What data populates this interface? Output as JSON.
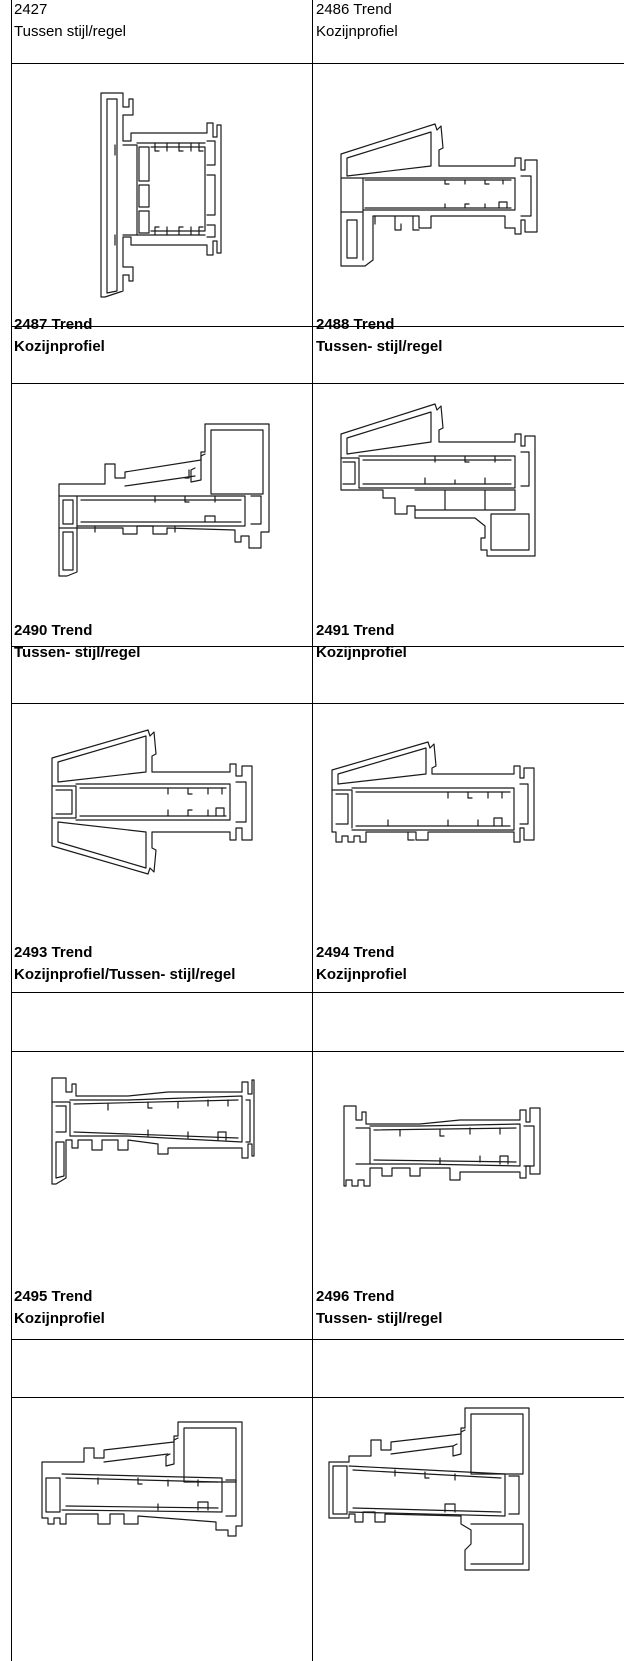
{
  "catalog": {
    "rows": [
      {
        "left": {
          "code": "2427",
          "name": "Tussen stijl/regel",
          "bold": false,
          "drawing": "profile-tussen-stijl-regel-2427"
        },
        "right": {
          "code": "2486 Trend",
          "name": "Kozijnprofiel",
          "bold": false,
          "drawing": "profile-kozijn-2486"
        }
      },
      {
        "left": {
          "code": "2487 Trend",
          "name": "Kozijnprofiel",
          "bold": true,
          "drawing": "profile-kozijn-2487"
        },
        "right": {
          "code": "2488 Trend",
          "name": "Tussen- stijl/regel",
          "bold": true,
          "drawing": "profile-tussen-2488"
        }
      },
      {
        "left": {
          "code": "2490 Trend",
          "name": "Tussen- stijl/regel",
          "bold": true,
          "drawing": "profile-tussen-2490"
        },
        "right": {
          "code": "2491 Trend",
          "name": "Kozijnprofiel",
          "bold": true,
          "drawing": "profile-kozijn-2491"
        }
      },
      {
        "left": {
          "code": "2493 Trend",
          "name": "Kozijnprofiel/Tussen- stijl/regel",
          "bold": true,
          "drawing": "profile-kozijn-tussen-2493"
        },
        "right": {
          "code": "2494 Trend",
          "name": "Kozijnprofiel",
          "bold": true,
          "drawing": "profile-kozijn-2494"
        }
      },
      {
        "left": {
          "code": "2495 Trend",
          "name": "Kozijnprofiel",
          "bold": true,
          "drawing": "profile-kozijn-2495"
        },
        "right": {
          "code": "2496 Trend",
          "name": "Tussen- stijl/regel",
          "bold": true,
          "drawing": "profile-tussen-2496"
        }
      }
    ]
  }
}
